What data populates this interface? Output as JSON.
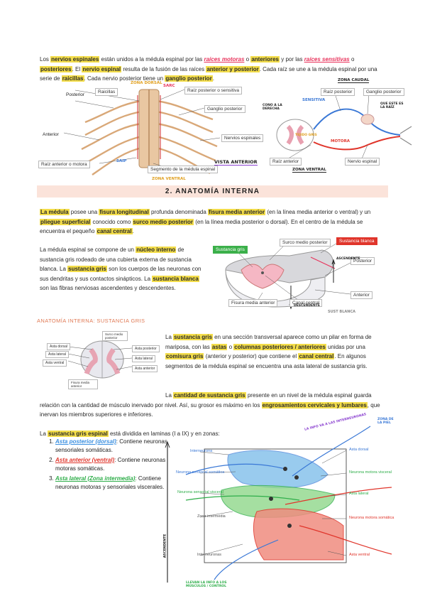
{
  "intro": {
    "p1": {
      "t1": "Los ",
      "nervios_espinales": "nervios espinales",
      "t2": " están unidos a la médula espinal por las ",
      "raices_motoras": "raíces motoras",
      "t3": " o ",
      "anteriores": "anteriores",
      "t4": " y por las ",
      "raices_sensitivas": "raíces sensitivas",
      "t5": " o ",
      "posteriores": "posteriores",
      "t6": ". El ",
      "nervio_espinal": "nervio espinal",
      "t7": " resulta de la fusión de las raíces ",
      "anterior_posterior": "anterior y posterior",
      "t8": ". Cada raíz se une a la médula espinal por una serie de ",
      "raicillas": "raicillas",
      "t9": ". Cada nervio posterior tiene un ",
      "ganglio_posterior": "ganglio posterior",
      "t10": "."
    }
  },
  "fig1": {
    "labels": {
      "raicillas": "Raicillas",
      "posterior": "Posterior",
      "anterior": "Anterior",
      "raiz_anterior": "Raíz anterior o motora",
      "raiz_posterior": "Raíz posterior o sensitiva",
      "ganglio": "Ganglio posterior",
      "nervios": "Nervios espinales",
      "segmento": "Segmento de la médula espinal"
    },
    "hand": {
      "zona_dorsal": "ZONA DORSAL",
      "sarc": "SARC",
      "saip": "SAIP",
      "zona_ventral": "ZONA VENTRAL",
      "vista_anterior": "VISTA ANTERIOR"
    }
  },
  "fig2": {
    "labels": {
      "raiz_posterior": "Raíz posterior",
      "ganglio": "Ganglio posterior",
      "raiz_anterior": "Raíz anterior",
      "nervio_espinal": "Nervio espinal"
    },
    "hand": {
      "zona_caudal": "ZONA CAUDAL",
      "zona_ventral": "ZONA VENTRAL",
      "sensitiva": "SENSITIVA",
      "motora": "MOTORA",
      "sustancia": "TEJIDO GRIS",
      "cono": "CONO A LA DERECHA",
      "que_este": "QUE ESTE ES LA RAÍZ"
    }
  },
  "section2": {
    "title": "2. ANATOMÍA INTERNA"
  },
  "p2": {
    "medula": "La médula",
    "t1": " posee una ",
    "fisura": "fisura longitudinal",
    "t2": " profunda denominada ",
    "fisura_media": "fisura media anterior",
    "t3": " (en la línea media anterior o ventral) y un ",
    "pliegue": "pliegue superficial",
    "t4": " conocido como ",
    "surco": "surco medio posterior",
    "t5": " (en la línea media posterior o dorsal). En el centro de la médula se encuentra el pequeño ",
    "canal": "canal central",
    "t6": "."
  },
  "p3": {
    "t1": "La médula espinal se compone de un ",
    "nucleo": "núcleo interno",
    "t2": " de sustancia gris rodeado de una cubierta externa de sustancia blanca. La ",
    "gris": "sustancia gris",
    "t3": " son los cuerpos de las neuronas con sus dendritas y sus contactos sinápticos. La ",
    "blanca": "sustancia blanca",
    "t4": " son las fibras nerviosas ascendentes y descendentes."
  },
  "fig3": {
    "labels": {
      "gris": "Sustancia gris",
      "surco": "Surco medio posterior",
      "blanca": "Sustancia blanca",
      "posterior": "Posterior",
      "anterior": "Anterior",
      "fisura": "Fisura media anterior",
      "canal": "Canal central"
    },
    "hand": {
      "ascendente": "ASCENDENTE",
      "descendente": "DESCENDENTE",
      "sust_blanca": "SUST BLANCA"
    }
  },
  "subhead": "ANATOMÍA INTERNA: SUSTANCIA GRIS",
  "fig4": {
    "labels": {
      "surco": "Surco medio posterior",
      "asta_dorsal": "Asta dorsal",
      "asta_lateral": "Asta lateral",
      "asta_ventral": "Asta ventral",
      "asta_posterior": "Asta posterior",
      "asta_lateral_r": "Asta lateral",
      "asta_anterior": "Asta anterior",
      "fisura": "Fisura media anterior"
    }
  },
  "p4": {
    "t1": "La ",
    "gris": "sustancia gris",
    "t2": " en una sección transversal aparece como un pilar en forma de mariposa, con las ",
    "astas": "astas",
    "t3": " o ",
    "columnas": "columnas posteriores / anteriores",
    "t4": " unidas por una ",
    "comisura": "comisura gris",
    "t5": " (anterior y posterior) que contiene el ",
    "canal": "canal central",
    "t6": ". En algunos segmentos de la médula espinal se encuentra una asta lateral de sustancia gris."
  },
  "p5": {
    "t1": "La ",
    "cantidad": "cantidad de sustancia gris",
    "t2": " presente en un nivel de la médula espinal guarda relación con la cantidad de músculo inervado por nivel. Así, su grosor es máximo en los ",
    "engros": "engrosamientos cervicales y lumbares",
    "t3": ", que inervan los miembros superiores e inferiores."
  },
  "p6": {
    "t1": "La ",
    "gris_espinal": "sustancia gris espinal",
    "t2": " está dividida en laminas (I a IX) y en zonas:"
  },
  "zones": [
    {
      "name": "Asta posterior (dorsal)",
      "desc": ": Contiene neuronas sensoriales somáticas.",
      "color": "#3a8fe0"
    },
    {
      "name": "Asta anterior (ventral)",
      "desc": ": Contiene neuronas motoras somáticas.",
      "color": "#e0352b"
    },
    {
      "name": "Asta lateral (Zona intermedia)",
      "desc": ": Contiene neuronas motoras y sensoriales viscerales.",
      "color": "#2fae4a"
    }
  ],
  "fig5": {
    "labels": {
      "interneurona": "Interneurona",
      "n_sens_som": "Neurona sensorial somática",
      "n_sens_visc": "Neurona sensorial visceral",
      "zona_int": "Zona intermedia",
      "interneuronas": "Interneuronas",
      "asta_dorsal": "Asta dorsal",
      "n_mot_visc": "Neurona motora visceral",
      "asta_lateral": "Asta lateral",
      "n_mot_som": "Neurona motora somática",
      "asta_ventral": "Asta ventral"
    },
    "hand": {
      "interneuronas": "LA INFO VA A LAS INTERNEURONAS",
      "piel": "ZONA DE LA PIEL",
      "ascendente": "ASCENDENTE",
      "musculo": "LLEVAN LA INFO A LOS MÚSCULOS / CONTROL"
    }
  },
  "colors": {
    "highlight": "#f3dd4a",
    "sensitive": "#e8315a",
    "section_bar": "#fbe3da",
    "subhead": "#e07a55"
  }
}
